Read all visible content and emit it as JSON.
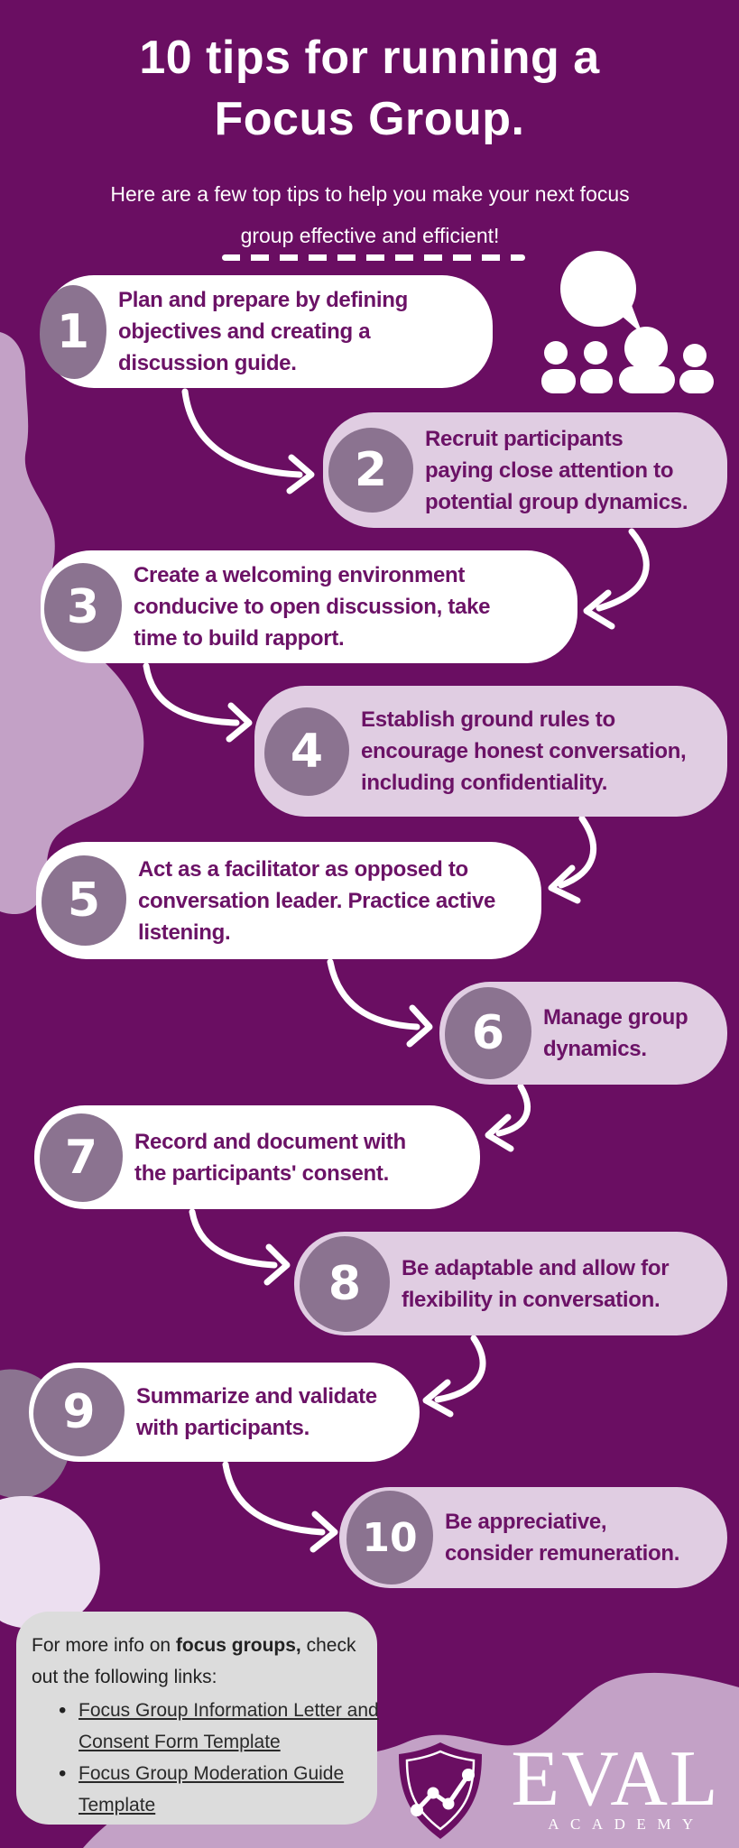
{
  "header": {
    "title_line1": "10 tips for running a",
    "title_line2": "Focus Group.",
    "subtitle": "Here are a few top tips to help you make your next focus group effective and efficient!"
  },
  "tips": [
    {
      "num": "1",
      "text": "Plan and prepare by defining\nobjectives and creating a\ndiscussion guide."
    },
    {
      "num": "2",
      "text": "Recruit participants\npaying close attention to\npotential group dynamics."
    },
    {
      "num": "3",
      "text": "Create a welcoming environment\nconducive to open discussion, take\ntime to build rapport."
    },
    {
      "num": "4",
      "text": "Establish ground rules to\nencourage honest conversation,\nincluding confidentiality."
    },
    {
      "num": "5",
      "text": "Act as a facilitator as opposed to\nconversation leader. Practice active\nlistening."
    },
    {
      "num": "6",
      "text": "Manage group\ndynamics."
    },
    {
      "num": "7",
      "text": "Record and document with\nthe participants' consent."
    },
    {
      "num": "8",
      "text": "Be adaptable and allow for\nflexibility in conversation."
    },
    {
      "num": "9",
      "text": "Summarize and validate\nwith participants."
    },
    {
      "num": "10",
      "text": "Be appreciative,\nconsider remuneration."
    }
  ],
  "footer": {
    "intro_prefix": "For more info on ",
    "intro_bold": "focus groups,",
    "intro_suffix": " check out the following links:",
    "links": [
      {
        "label": "Focus Group Information Letter and Consent Form Template"
      },
      {
        "label": "Focus Group Moderation Guide Template"
      }
    ]
  },
  "logo": {
    "brand": "EVAL",
    "brand_sub": "ACADEMY"
  },
  "icons": {
    "header_graphic": "speech-bubble-people-group-icon",
    "logo_icon": "shield-line-chart-icon"
  },
  "colors": {
    "background": "#6a0e62",
    "blob_lavender": "#c3a1c6",
    "blob_mauve": "#8b7390",
    "blob_light_pink": "#ecdff0",
    "card_white": "#ffffff",
    "card_lavender": "#e0cde2",
    "number_circle": "#8b7390",
    "tip_text": "#6b1266",
    "arrow": "#ffffff",
    "footer_bg": "#dcdcdc",
    "footer_text": "#222222"
  }
}
